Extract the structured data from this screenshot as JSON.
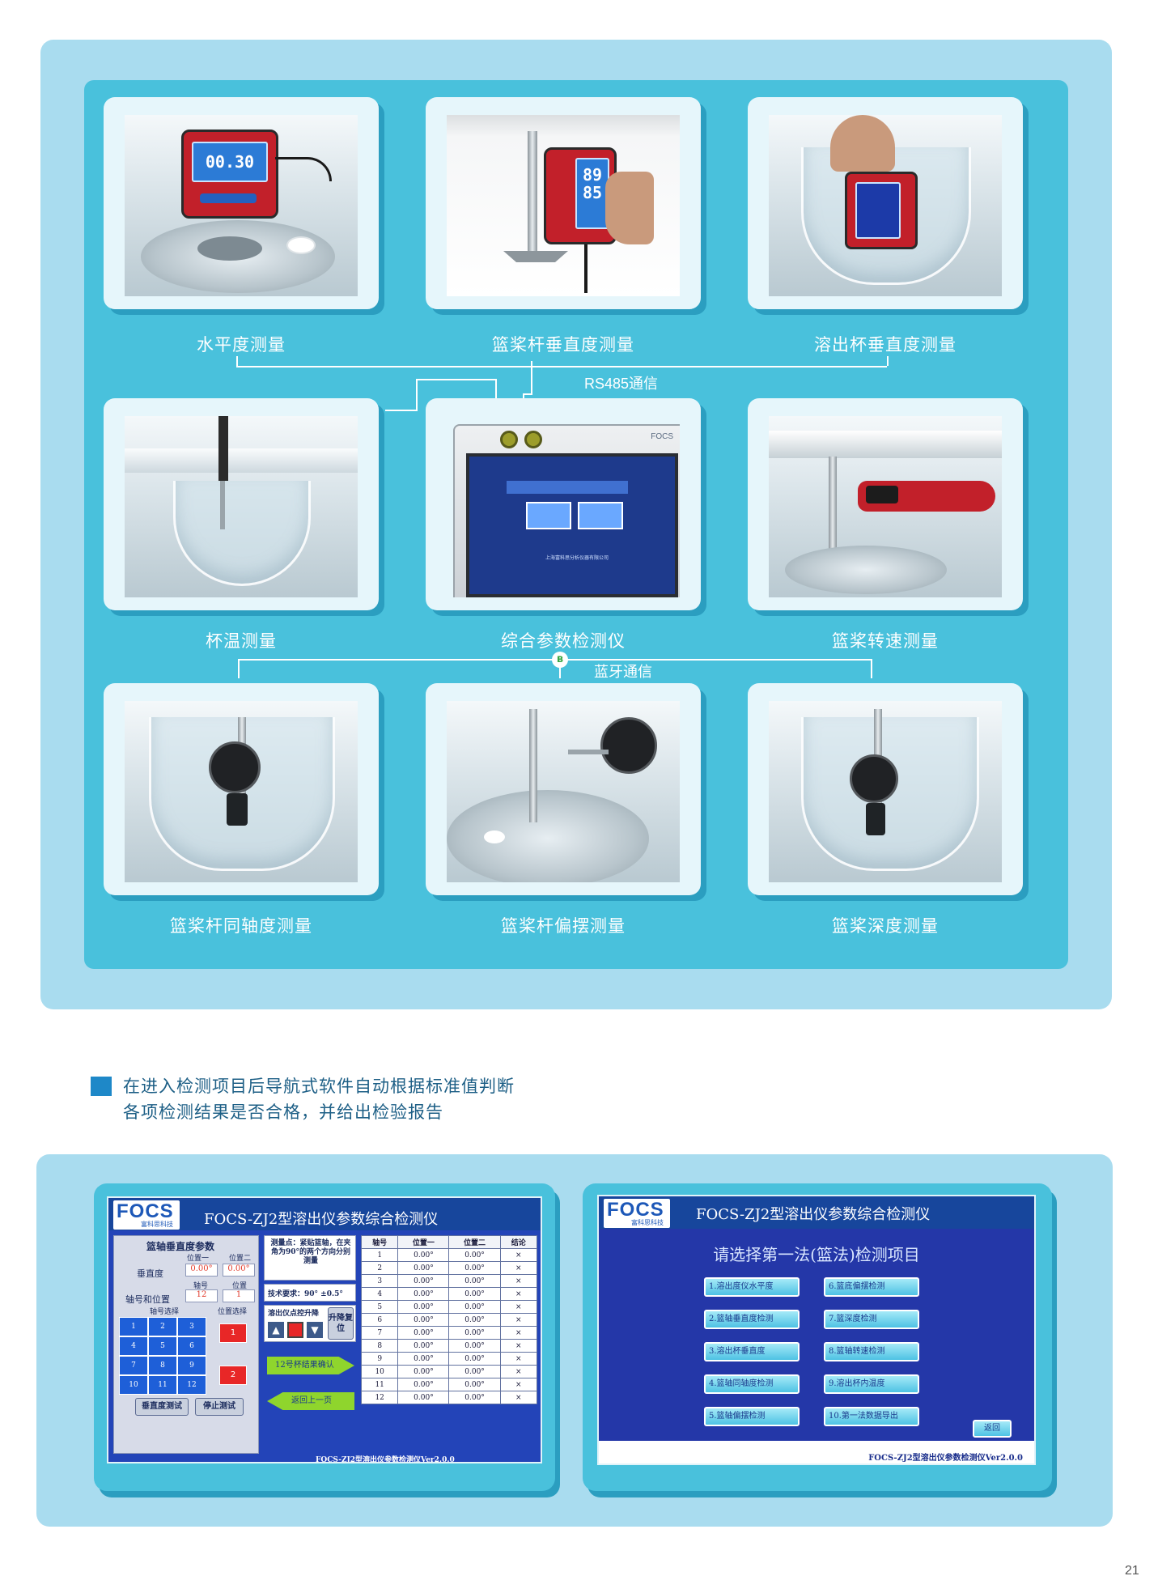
{
  "captions": {
    "level": "水平度测量",
    "shaft_vertical": "篮桨杆垂直度测量",
    "vessel_vertical": "溶出杯垂直度测量",
    "cup_temp": "杯温测量",
    "instrument": "综合参数检测仪",
    "rotation": "篮桨转速测量",
    "coaxial": "篮桨杆同轴度测量",
    "wobble": "篮桨杆偏摆测量",
    "depth": "篮桨深度测量"
  },
  "connections": {
    "rs485": "RS485通信",
    "bluetooth": "蓝牙通信"
  },
  "photo_text": {
    "level_display": "00.30",
    "shaft_display_1": "89",
    "shaft_display_2": "85",
    "instr_brand": "FOCS",
    "instr_company": "上海富科思分析仪器有限公司"
  },
  "bullet": {
    "line1": "在进入检测项目后导航式软件自动根据标准值判断",
    "line2": "各项检测结果是否合格，并给出检验报告"
  },
  "left_screen": {
    "logo": "FOCS",
    "logo_sub": "富科思科技",
    "title": "FOCS-ZJ2型溶出仪参数综合检测仪",
    "panel_title": "篮轴垂直度参数",
    "col_pos1": "位置一",
    "col_pos2": "位置二",
    "verticality_label": "垂直度",
    "verticality_v1": "0.00°",
    "verticality_v2": "0.00°",
    "axis_label": "轴号",
    "pos_label": "位置",
    "axis_pos_label": "轴号和位置",
    "axis_value": "12",
    "pos_value": "1",
    "axis_select": "轴号选择",
    "pos_select": "位置选择",
    "num_buttons": [
      "1",
      "2",
      "3",
      "4",
      "5",
      "6",
      "7",
      "8",
      "9",
      "10",
      "11",
      "12"
    ],
    "pos_buttons": [
      "1",
      "2"
    ],
    "btn_test": "垂直度测试",
    "btn_stop": "停止测试",
    "note": "测量点：紧贴篮轴，在夹角为90°的两个方向分别测量",
    "tech_req": "技术要求：90° ±0.5°",
    "lift_label": "溶出仪点控升降",
    "lift_reset": "升降复位",
    "confirm_arrow": "12号杯结果确认",
    "back_arrow": "返回上一页",
    "table_headers": [
      "轴号",
      "位置一",
      "位置二",
      "结论"
    ],
    "table_rows": [
      [
        "1",
        "0.00°",
        "0.00°",
        "×"
      ],
      [
        "2",
        "0.00°",
        "0.00°",
        "×"
      ],
      [
        "3",
        "0.00°",
        "0.00°",
        "×"
      ],
      [
        "4",
        "0.00°",
        "0.00°",
        "×"
      ],
      [
        "5",
        "0.00°",
        "0.00°",
        "×"
      ],
      [
        "6",
        "0.00°",
        "0.00°",
        "×"
      ],
      [
        "7",
        "0.00°",
        "0.00°",
        "×"
      ],
      [
        "8",
        "0.00°",
        "0.00°",
        "×"
      ],
      [
        "9",
        "0.00°",
        "0.00°",
        "×"
      ],
      [
        "10",
        "0.00°",
        "0.00°",
        "×"
      ],
      [
        "11",
        "0.00°",
        "0.00°",
        "×"
      ],
      [
        "12",
        "0.00°",
        "0.00°",
        "×"
      ]
    ],
    "footer": "FOCS-ZJ2型溶出仪参数检测仪Ver2.0.0"
  },
  "right_screen": {
    "logo": "FOCS",
    "logo_sub": "富科思科技",
    "title": "FOCS-ZJ2型溶出仪参数综合检测仪",
    "heading": "请选择第一法(篮法)检测项目",
    "buttons_left": [
      "1.溶出度仪水平度",
      "2.篮轴垂直度检测",
      "3.溶出杯垂直度",
      "4.篮轴同轴度检测",
      "5.篮轴偏摆检测"
    ],
    "buttons_right": [
      "6.篮底偏摆检测",
      "7.篮深度检测",
      "8.篮轴转速检测",
      "9.溶出杯内温度",
      "10.第一法数据导出"
    ],
    "back": "返回",
    "footer": "FOCS-ZJ2型溶出仪参数检测仪Ver2.0.0"
  },
  "page_number": "21"
}
